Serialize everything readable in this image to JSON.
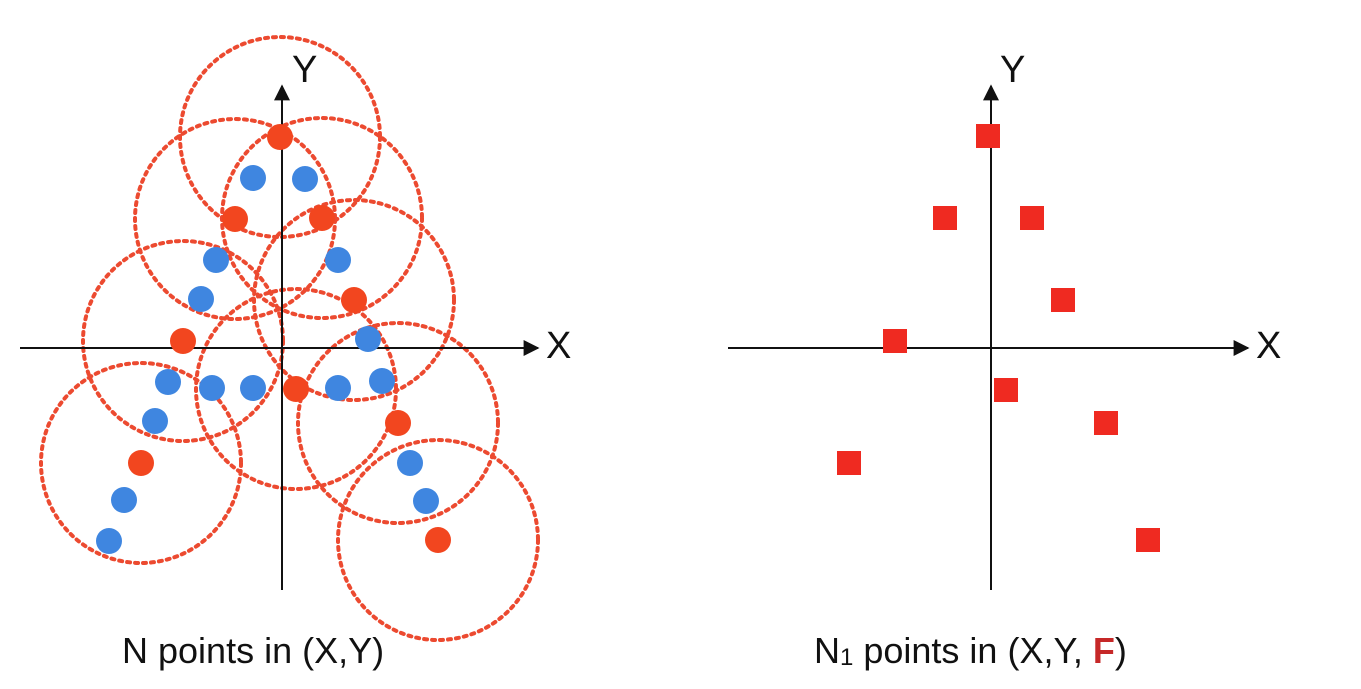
{
  "colors": {
    "axis": "#111111",
    "red_point": "#f2461f",
    "blue_point": "#3f86e0",
    "circle": "#ec4a30",
    "square": "#ef2a21",
    "accent_text": "#c62828"
  },
  "left_panel": {
    "x_label": "X",
    "y_label": "Y",
    "caption": {
      "prefix": "N points in (X,Y)"
    }
  },
  "right_panel": {
    "x_label": "X",
    "y_label": "Y",
    "caption": {
      "n": "N",
      "n_sub": "1",
      "middle": " points in (X,Y, ",
      "f": "F",
      "end": ")"
    }
  }
}
